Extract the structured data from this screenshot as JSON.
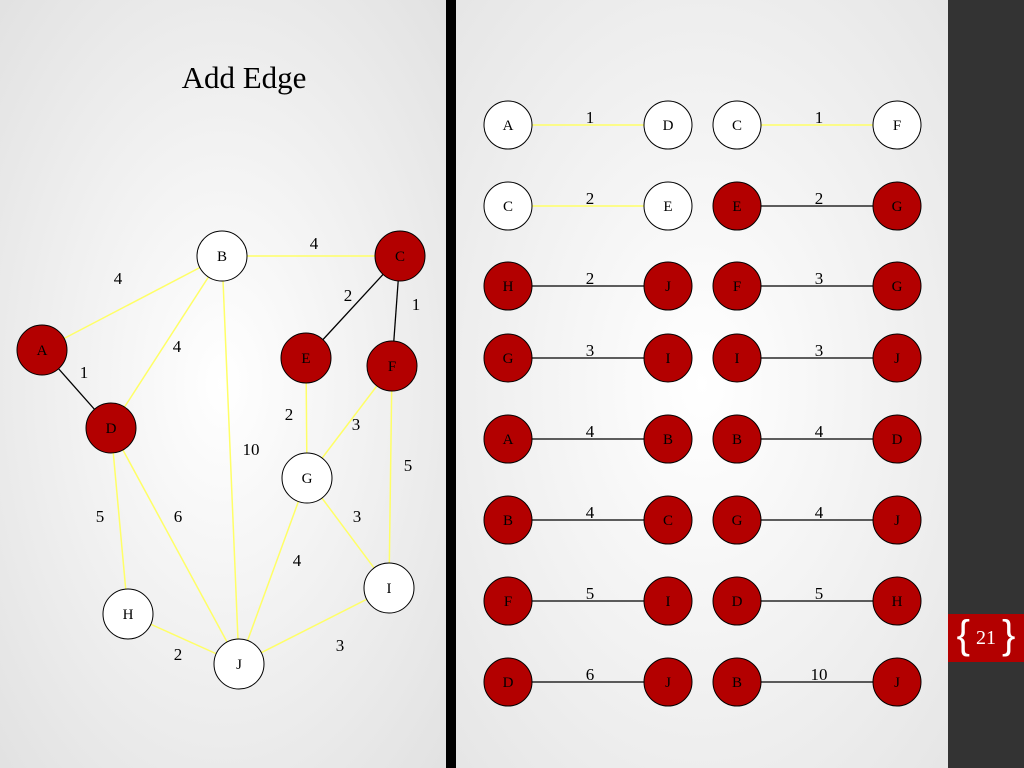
{
  "slide": {
    "title": "Add Edge",
    "slide_number": "21",
    "colors": {
      "highlight": "#b30000",
      "edge_in_tree": "#000000",
      "edge_candidate": "#ffff66",
      "sidebar": "#333333"
    }
  },
  "graph": {
    "nodes": [
      {
        "id": "A",
        "label": "A",
        "state": "selected"
      },
      {
        "id": "B",
        "label": "B",
        "state": "unselected"
      },
      {
        "id": "C",
        "label": "C",
        "state": "selected"
      },
      {
        "id": "D",
        "label": "D",
        "state": "selected"
      },
      {
        "id": "E",
        "label": "E",
        "state": "selected"
      },
      {
        "id": "F",
        "label": "F",
        "state": "selected"
      },
      {
        "id": "G",
        "label": "G",
        "state": "unselected"
      },
      {
        "id": "H",
        "label": "H",
        "state": "unselected"
      },
      {
        "id": "I",
        "label": "I",
        "state": "unselected"
      },
      {
        "id": "J",
        "label": "J",
        "state": "unselected"
      }
    ],
    "edges": [
      {
        "from": "A",
        "to": "B",
        "weight": "4",
        "state": "candidate"
      },
      {
        "from": "B",
        "to": "C",
        "weight": "4",
        "state": "candidate"
      },
      {
        "from": "B",
        "to": "D",
        "weight": "4",
        "state": "candidate"
      },
      {
        "from": "B",
        "to": "J",
        "weight": "10",
        "state": "candidate"
      },
      {
        "from": "A",
        "to": "D",
        "weight": "1",
        "state": "in-tree"
      },
      {
        "from": "C",
        "to": "E",
        "weight": "2",
        "state": "in-tree"
      },
      {
        "from": "C",
        "to": "F",
        "weight": "1",
        "state": "in-tree"
      },
      {
        "from": "E",
        "to": "G",
        "weight": "2",
        "state": "candidate"
      },
      {
        "from": "F",
        "to": "G",
        "weight": "3",
        "state": "candidate"
      },
      {
        "from": "F",
        "to": "I",
        "weight": "5",
        "state": "candidate"
      },
      {
        "from": "D",
        "to": "H",
        "weight": "5",
        "state": "candidate"
      },
      {
        "from": "D",
        "to": "J",
        "weight": "6",
        "state": "candidate"
      },
      {
        "from": "G",
        "to": "I",
        "weight": "3",
        "state": "candidate"
      },
      {
        "from": "G",
        "to": "J",
        "weight": "4",
        "state": "candidate"
      },
      {
        "from": "H",
        "to": "J",
        "weight": "2",
        "state": "candidate"
      },
      {
        "from": "I",
        "to": "J",
        "weight": "3",
        "state": "candidate"
      }
    ]
  },
  "edge_list": {
    "rows": [
      {
        "left": {
          "a": "A",
          "b": "D",
          "weight": "1",
          "a_sel": false,
          "b_sel": false,
          "edge": "candidate"
        },
        "right": {
          "a": "C",
          "b": "F",
          "weight": "1",
          "a_sel": false,
          "b_sel": false,
          "edge": "candidate"
        }
      },
      {
        "left": {
          "a": "C",
          "b": "E",
          "weight": "2",
          "a_sel": false,
          "b_sel": false,
          "edge": "candidate"
        },
        "right": {
          "a": "E",
          "b": "G",
          "weight": "2",
          "a_sel": true,
          "b_sel": true,
          "edge": "in-tree"
        }
      },
      {
        "left": {
          "a": "H",
          "b": "J",
          "weight": "2",
          "a_sel": true,
          "b_sel": true,
          "edge": "in-tree"
        },
        "right": {
          "a": "F",
          "b": "G",
          "weight": "3",
          "a_sel": true,
          "b_sel": true,
          "edge": "in-tree"
        }
      },
      {
        "left": {
          "a": "G",
          "b": "I",
          "weight": "3",
          "a_sel": true,
          "b_sel": true,
          "edge": "in-tree"
        },
        "right": {
          "a": "I",
          "b": "J",
          "weight": "3",
          "a_sel": true,
          "b_sel": true,
          "edge": "in-tree"
        }
      },
      {
        "left": {
          "a": "A",
          "b": "B",
          "weight": "4",
          "a_sel": true,
          "b_sel": true,
          "edge": "in-tree"
        },
        "right": {
          "a": "B",
          "b": "D",
          "weight": "4",
          "a_sel": true,
          "b_sel": true,
          "edge": "in-tree"
        }
      },
      {
        "left": {
          "a": "B",
          "b": "C",
          "weight": "4",
          "a_sel": true,
          "b_sel": true,
          "edge": "in-tree"
        },
        "right": {
          "a": "G",
          "b": "J",
          "weight": "4",
          "a_sel": true,
          "b_sel": true,
          "edge": "in-tree"
        }
      },
      {
        "left": {
          "a": "F",
          "b": "I",
          "weight": "5",
          "a_sel": true,
          "b_sel": true,
          "edge": "in-tree"
        },
        "right": {
          "a": "D",
          "b": "H",
          "weight": "5",
          "a_sel": true,
          "b_sel": true,
          "edge": "in-tree"
        }
      },
      {
        "left": {
          "a": "D",
          "b": "J",
          "weight": "6",
          "a_sel": true,
          "b_sel": true,
          "edge": "in-tree"
        },
        "right": {
          "a": "B",
          "b": "J",
          "weight": "10",
          "a_sel": true,
          "b_sel": true,
          "edge": "in-tree"
        }
      }
    ]
  }
}
